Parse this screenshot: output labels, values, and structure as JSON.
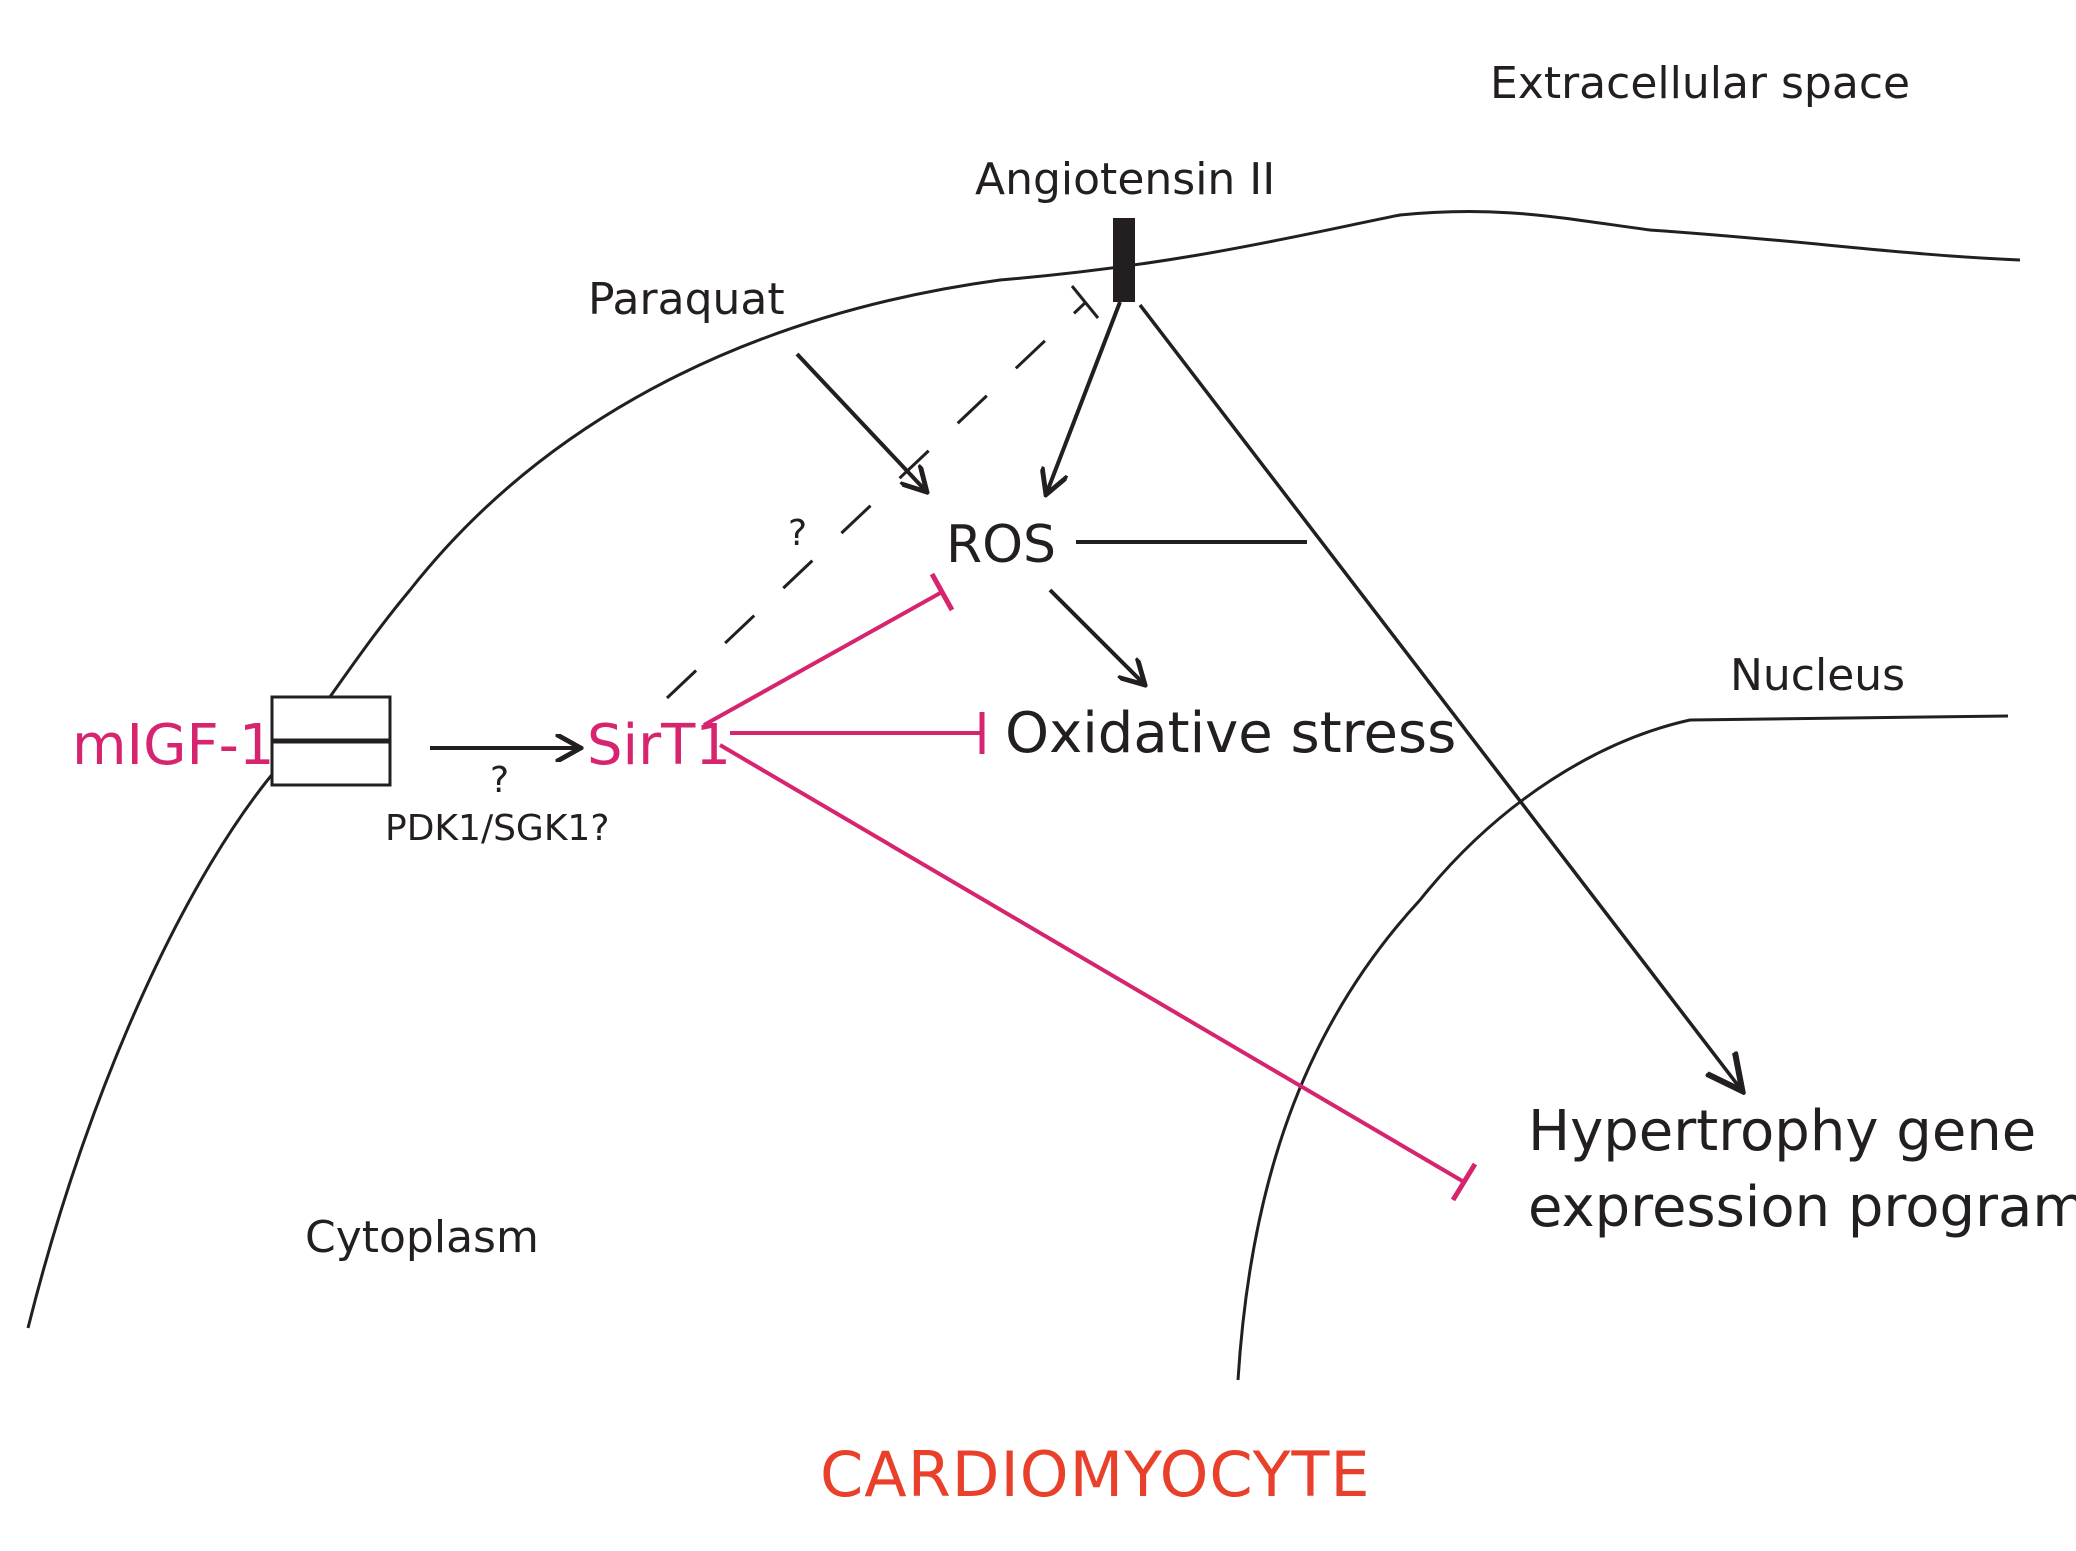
{
  "labels": {
    "extracellular": "Extracellular space",
    "angiotensin": "Angiotensin II",
    "paraquat": "Paraquat",
    "ros": "ROS",
    "nucleus": "Nucleus",
    "migf1": "mIGF-1",
    "sirt1": "SirT1",
    "oxidative_stress": "Oxidative stress",
    "question_mig": "?",
    "pdk1_sgk1": "PDK1/SGK1?",
    "question_dashed": "?",
    "hypertrophy_line1": "Hypertrophy gene",
    "hypertrophy_line2": "expression program",
    "cytoplasm": "Cytoplasm",
    "cardiomyocyte": "CARDIOMYOCYTE"
  },
  "colors": {
    "ink": "#231f20",
    "magenta": "#d6246e",
    "title_red": "#e8402a"
  }
}
